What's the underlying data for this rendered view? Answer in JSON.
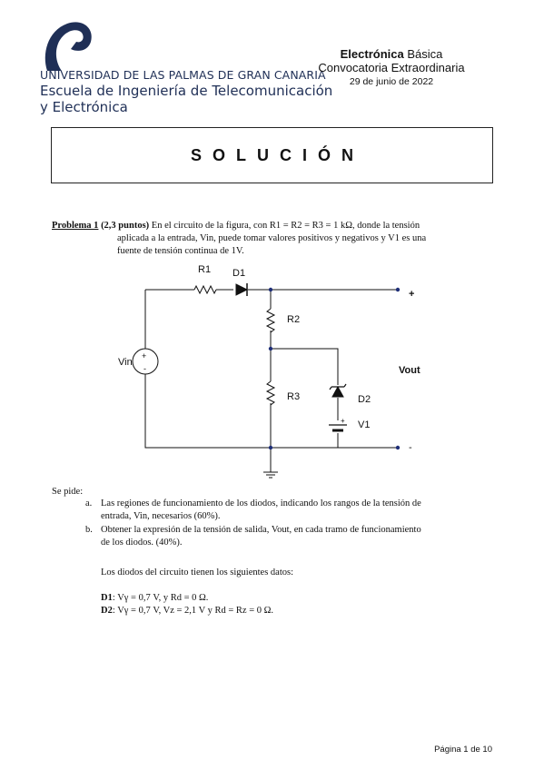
{
  "header": {
    "university": "UNIVERSIDAD DE LAS PALMAS DE GRAN CANARIA",
    "school_line1": "Escuela de Ingeniería de Telecomunicación",
    "school_line2": "y Electrónica",
    "course_bold": "Electrónica",
    "course_rest": " Básica",
    "exam": "Convocatoria Extraordinaria",
    "date": "29 de junio de 2022"
  },
  "title": "SOLUCIÓN",
  "problem": {
    "label": "Problema 1",
    "points": " (2,3 puntos)",
    "line1": "En el circuito de la figura, con R1 = R2 = R3 = 1 kΩ, donde la tensión",
    "line2": "aplicada a la entrada, Vin, puede tomar valores positivos y negativos y V1 es una",
    "line3": "fuente de tensión continua de 1V."
  },
  "circuit": {
    "r1": "R1",
    "d1": "D1",
    "r2": "R2",
    "r3": "R3",
    "d2": "D2",
    "v1": "V1",
    "vin": "Vin",
    "vout": "Vout",
    "plus": "+",
    "minus": "-",
    "src_plus": "+",
    "src_minus": "-",
    "bat_plus": "+"
  },
  "questions": {
    "intro": "Se pide:",
    "a_mark": "a.",
    "a_line1": "Las regiones de funcionamiento de los diodos, indicando los rangos de la tensión de",
    "a_line2": "entrada, Vin, necesarios (60%).",
    "b_mark": "b.",
    "b_line1": "Obtener la expresión de la tensión de salida, Vout, en cada tramo de funcionamiento",
    "b_line2": "de los diodos. (40%).",
    "data_intro": "Los diodos del circuito tienen los siguientes datos:",
    "d1_label": "D1",
    "d1_text": ": Vγ = 0,7 V, y Rd = 0 Ω.",
    "d2_label": "D2",
    "d2_text": ": Vγ = 0,7 V, Vz = 2,1 V y Rd = Rz = 0 Ω."
  },
  "footer": {
    "page": "Página 1 de 10"
  }
}
